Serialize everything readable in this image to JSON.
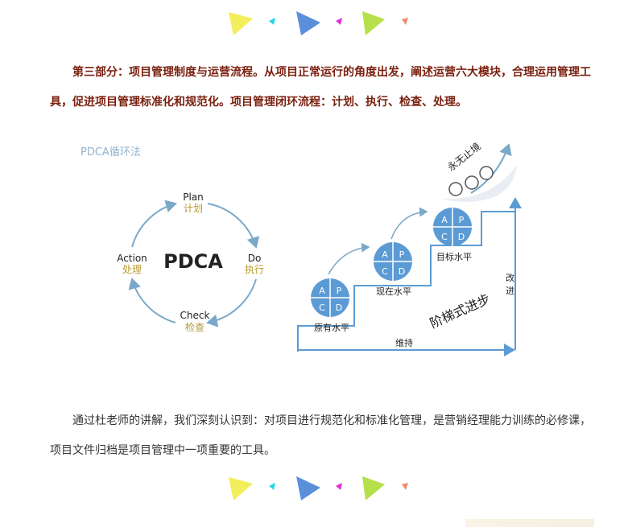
{
  "colors": {
    "heading_text": "#7a1f0e",
    "body_text": "#333333",
    "diagram_blue": "#5b9bd5",
    "arrow_blue": "#7aa8c9",
    "chinese_label": "#b89a2e",
    "deco_yellow": "#f2ee5c",
    "deco_cyan": "#27d6e8",
    "deco_blue": "#5b8fdc",
    "deco_magenta": "#e02ed6",
    "deco_green": "#b6e04a",
    "deco_orange": "#f08a6c"
  },
  "intro_paragraph": "第三部分：项目管理制度与运营流程。从项目正常运行的角度出发，阐述运营六大模块，合理运用管理工具，促进项目管理标准化和规范化。项目管理闭环流程：计划、执行、检查、处理。",
  "closing_paragraph": "通过杜老师的讲解，我们深刻认识到：对项目进行规范化和标准化管理，是营销经理能力训练的必修课，项目文件归档是项目管理中一项重要的工具。",
  "diagram": {
    "caption": "PDCA循环法",
    "center_label": "PDCA",
    "cycle": {
      "plan_en": "Plan",
      "plan_cn": "计划",
      "do_en": "Do",
      "do_cn": "执行",
      "check_en": "Check",
      "check_cn": "检查",
      "action_en": "Action",
      "action_cn": "处理"
    },
    "quadrant": {
      "a": "A",
      "p": "P",
      "c": "C",
      "d": "D"
    },
    "levels": {
      "original": "原有水平",
      "current": "现在水平",
      "target": "目标水平"
    },
    "endless": "永无止境",
    "stairs_title": "阶梯式进步",
    "improve": "改进",
    "maintain": "维持"
  }
}
